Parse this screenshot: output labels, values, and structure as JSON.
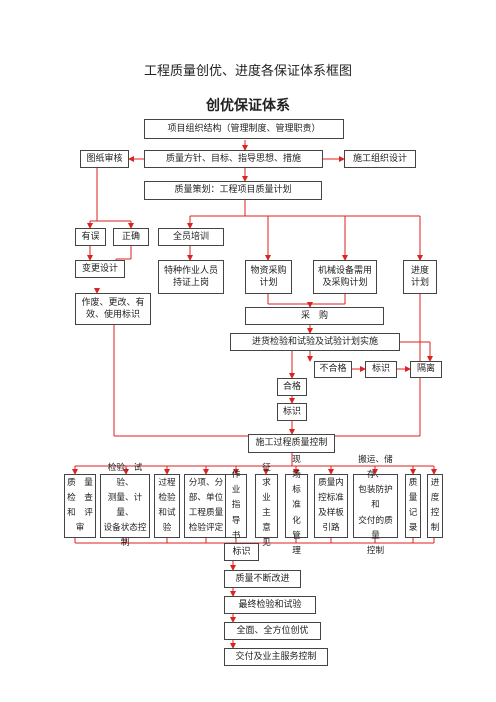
{
  "header": {
    "title": "工程质量创优、进度各保证体系框图",
    "subtitle": "创优保证体系"
  },
  "boxes": {
    "org": "项目组织结构（管理制度、管理职责）",
    "drawing_review": "图纸审核",
    "policy": "质量方针、目标、指导思想、措施",
    "construction_design": "施工组织设计",
    "planning": "质量策划：工程项目质量计划",
    "has_error": "有误",
    "correct": "正确",
    "all_staff_training": "全员培训",
    "design_change": "变更设计",
    "special_workers": "特种作业人员\n持证上岗",
    "material_purchase": "物资采购\n计划",
    "equipment_plan": "机械设备需用\n及采购计划",
    "schedule_plan": "进度\n计划",
    "obsolete_marking": "作废、更改、有\n效、使用标识",
    "purchase": "采　购",
    "incoming_inspection": "进货检验和试验及试验计划实施",
    "unqualified": "不合格",
    "mark_1": "标识",
    "isolation": "隔离",
    "qualified": "合格",
    "mark_2": "标识",
    "process_control": "施工过程质量控制",
    "quality_review": "质　量\n检　查\n和　评\n审",
    "inspection_equipment": "检验、试验、\n测量、计量、\n设备状态控\n制",
    "process_inspection": "过程\n检验\n和试\n验",
    "subdivision_evaluation": "分项、分\n部、单位\n工程质量\n检验评定",
    "work_instructions": "作业\n指导\n书",
    "owner_opinion": "征求\n业主\n意见",
    "on_site_standardization": "现场\n标准\n化管\n理",
    "quality_internal_control": "质量内\n控标准\n及样板\n引路",
    "handling_storage": "搬运、储存、\n包装防护和\n交付的质量\n控制",
    "quality_records": "质\n量\n记\n录",
    "progress_control": "进\n度\n控\n制",
    "mark_3": "标识",
    "continuous_improvement": "质量不断改进",
    "final_inspection": "最终检验和试验",
    "comprehensive_excellence": "全面、全方位创优",
    "delivery_service": "交付及业主服务控制"
  },
  "colors": {
    "arrow": "#dd2222",
    "border": "#444444"
  }
}
